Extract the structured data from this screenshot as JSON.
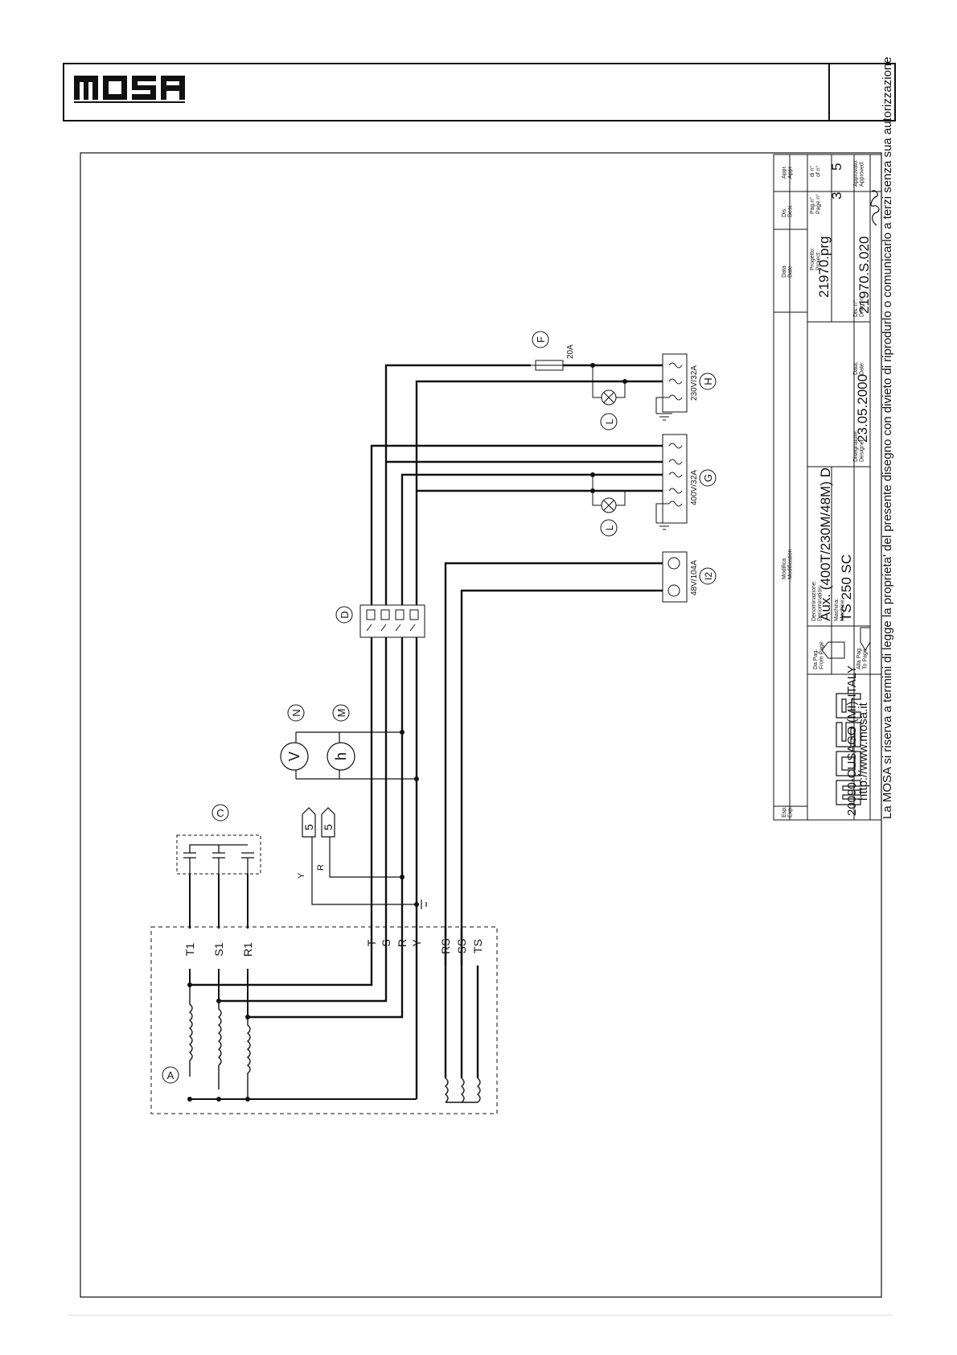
{
  "brand": {
    "name": "MOSA"
  },
  "components": {
    "A": "A",
    "C": "C",
    "D": "D",
    "F": "F",
    "G": "G",
    "H": "H",
    "L1": "L",
    "L2": "L",
    "M": "M",
    "N": "N",
    "I2": "I2",
    "V": "V",
    "h": "h"
  },
  "terminals": {
    "T1": "T1",
    "S1": "S1",
    "R1": "R1",
    "T": "T",
    "S": "S",
    "R": "R",
    "Y": "Y",
    "RS": "RS",
    "SS": "SS",
    "TS": "TS",
    "page_ref_Y": "Y",
    "page_ref_R": "R",
    "page_ref_5a": "5",
    "page_ref_5b": "5"
  },
  "ratings": {
    "fuse": "20A",
    "socket_230": "230V/32A",
    "socket_400": "400V/32A",
    "socket_48": "48V/104A"
  },
  "title_block": {
    "esp": "Esp.\nExp.",
    "modifica": "Modifica\nModification",
    "data_h": "Data\nDate",
    "dis": "Dis.\nDesi.",
    "appr": "Appr.\nAppr.",
    "company_address": "20090-CUSAGO (MI)-ITALY",
    "company_web": "http://www.mosa.it",
    "da_pag": "Da Pag.\nFrom Page",
    "alla_pag": "Alla Pag.\nTo Page",
    "denominazione_label": "Denominazione:\nDenomination:",
    "denominazione": "Aux. (400T/230M/48M) D",
    "machine_label": "Machina:\nMachine:",
    "machine": "TS 250 SC",
    "designer_label": "Disegnatore:\nDesigner:",
    "date_label": "Data:\nDate:",
    "date": "23.05.2000",
    "project_label": "Progetto:\nProject:",
    "project": "21970.prg",
    "drawing_label": "Dis. n°:\nDrwg. n°:",
    "drawing": "21970.S.020",
    "page_label": "Pag.n°\nPage n°",
    "page": "3",
    "of_label": "di n°\nof n°",
    "of": "5",
    "approved_label": "Approvato:\nApproved:",
    "legal": "La MOSA si riserva a termini di legge la proprieta' del presente disegno con divieto di riprodurlo o comunicarlo a terzi senza sua autorizzazione"
  }
}
